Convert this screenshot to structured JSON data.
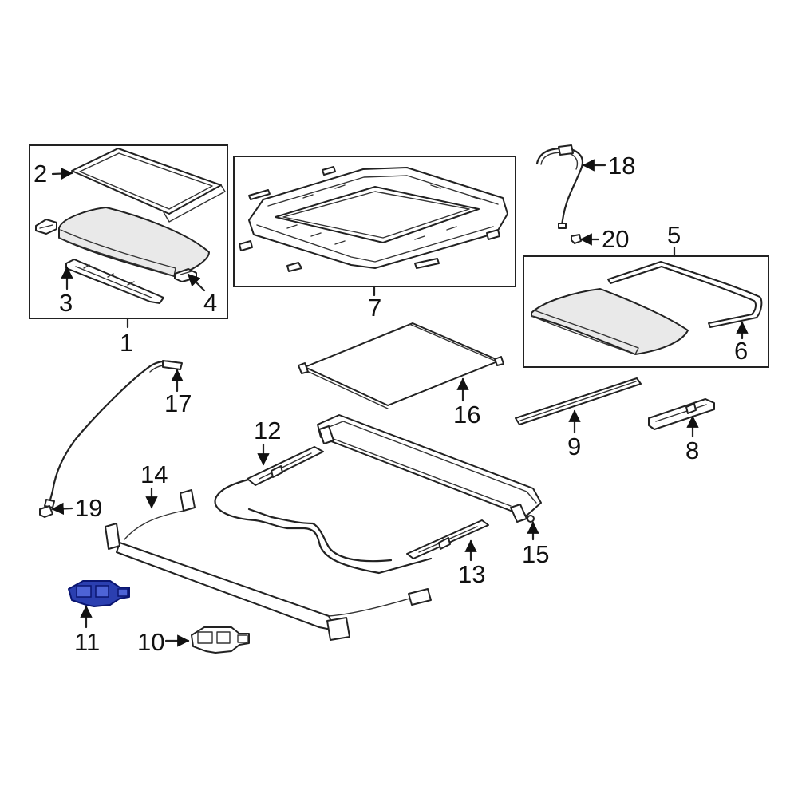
{
  "callouts": {
    "c1": "1",
    "c2": "2",
    "c3": "3",
    "c4": "4",
    "c5": "5",
    "c6": "6",
    "c7": "7",
    "c8": "8",
    "c9": "9",
    "c10": "10",
    "c11": "11",
    "c12": "12",
    "c13": "13",
    "c14": "14",
    "c15": "15",
    "c16": "16",
    "c17": "17",
    "c18": "18",
    "c19": "19",
    "c20": "20"
  },
  "colors": {
    "highlight": "#2b3fb0",
    "line": "#222222",
    "background": "#ffffff"
  },
  "highlighted_part": "11"
}
